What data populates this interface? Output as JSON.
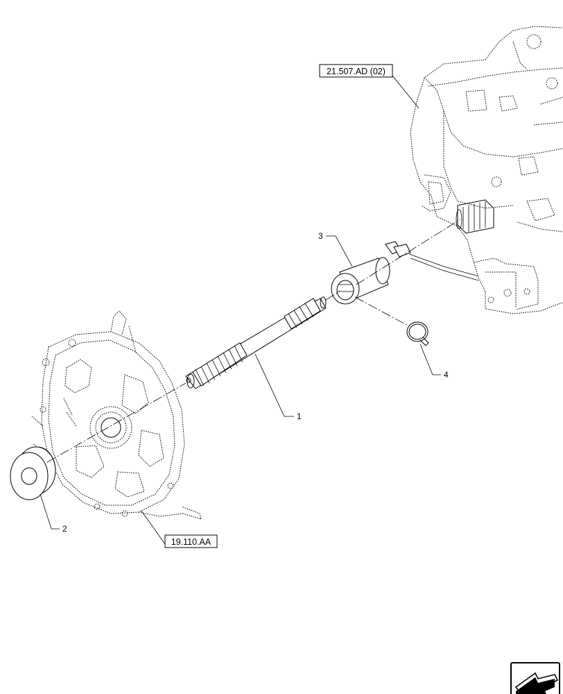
{
  "diagram": {
    "callouts": [
      {
        "id": "1",
        "label": "1"
      },
      {
        "id": "2",
        "label": "2"
      },
      {
        "id": "3",
        "label": "3"
      },
      {
        "id": "4",
        "label": "4"
      }
    ],
    "references": [
      {
        "id": "ref-transmission",
        "label": "21.507.AD (02)"
      },
      {
        "id": "ref-clutch",
        "label": "19.110.AA"
      }
    ]
  },
  "nav": {
    "icon": "previous-page-arrow-icon"
  }
}
